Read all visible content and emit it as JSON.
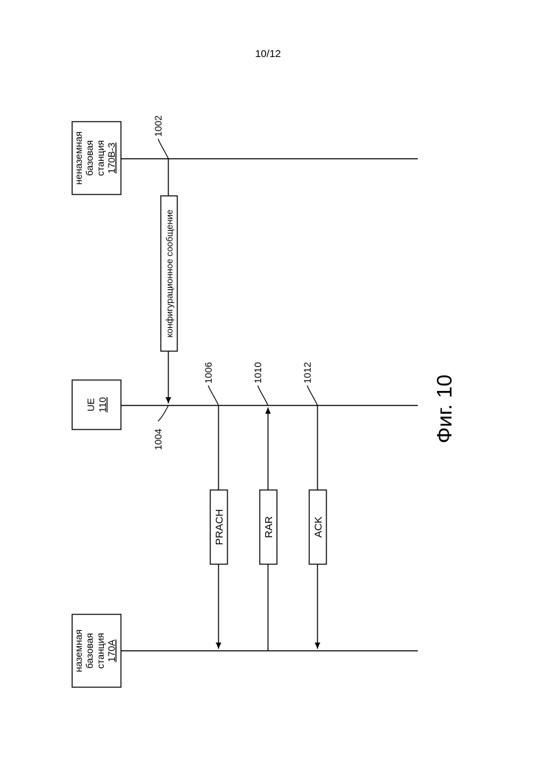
{
  "page_number": "10/12",
  "figure_label": "Фиг. 10",
  "entities": {
    "non_terrestrial": {
      "lines": [
        "неназемная",
        "базовая",
        "станция"
      ],
      "ref": "170B-3"
    },
    "ue": {
      "lines": [
        "UE"
      ],
      "ref": "110"
    },
    "terrestrial": {
      "lines": [
        "наземная",
        "базовая",
        "станция"
      ],
      "ref": "170A"
    }
  },
  "messages": {
    "config": "конфигурационное сообщение",
    "prach": "PRACH",
    "rar": "RAR",
    "ack": "ACK"
  },
  "refs": {
    "r1002": "1002",
    "r1004": "1004",
    "r1006": "1006",
    "r1010": "1010",
    "r1012": "1012"
  }
}
